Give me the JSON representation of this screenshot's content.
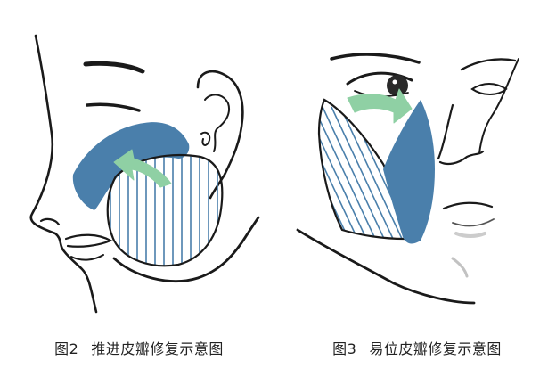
{
  "colors": {
    "line": "#1a1a1a",
    "flap_blue": "#4a7fab",
    "arrow_green": "#8fd0a4",
    "hatch_blue": "#4a7fab",
    "shade_gray": "#9a9a9a"
  },
  "figures": [
    {
      "number": "图2",
      "caption": "推进皮瓣修复示意图"
    },
    {
      "number": "图3",
      "caption": "易位皮瓣修复示意图"
    }
  ]
}
